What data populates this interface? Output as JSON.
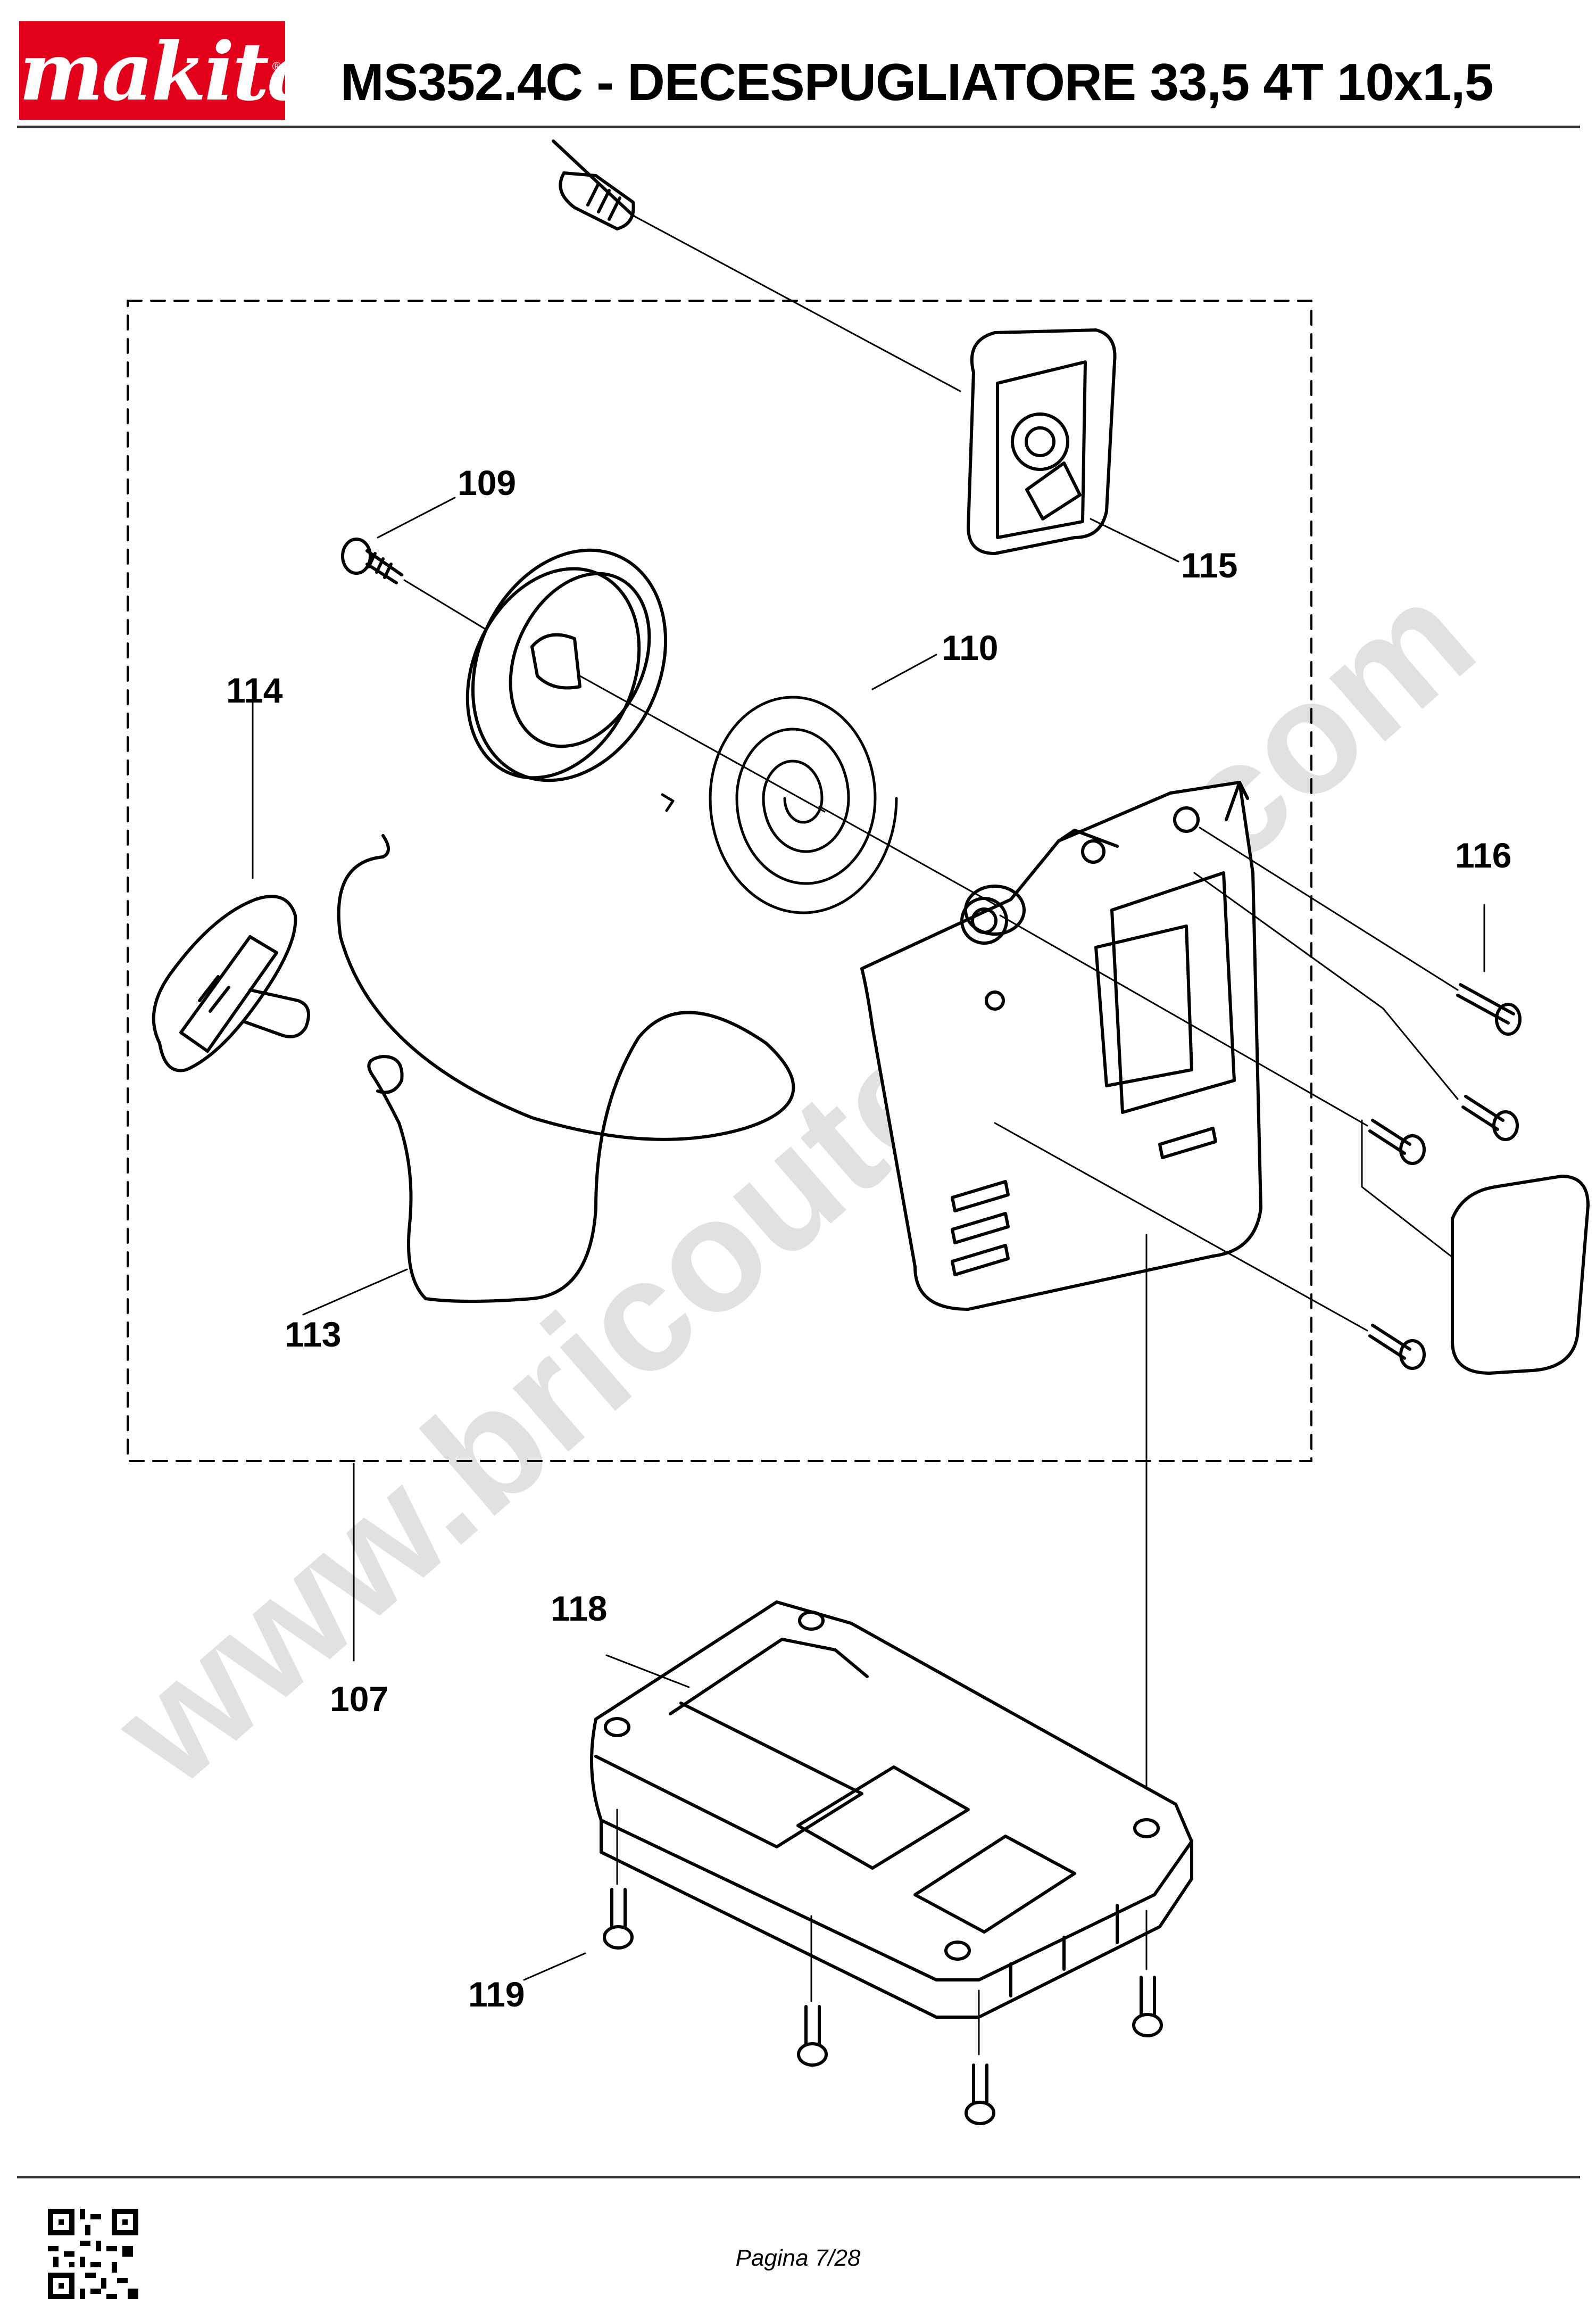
{
  "header": {
    "brand": "makita",
    "title": "MS352.4C - DECESPUGLIATORE 33,5 4T 10x1,5"
  },
  "diagram": {
    "callouts": [
      "109",
      "115",
      "110",
      "114",
      "116",
      "113",
      "107",
      "118",
      "119"
    ],
    "watermark": "www.bricoutensili.com"
  },
  "footer": {
    "page": "Pagina 7/28"
  },
  "colors": {
    "brand_red": "#e3001b",
    "line": "#000000",
    "watermark": "#d8d8d8"
  }
}
